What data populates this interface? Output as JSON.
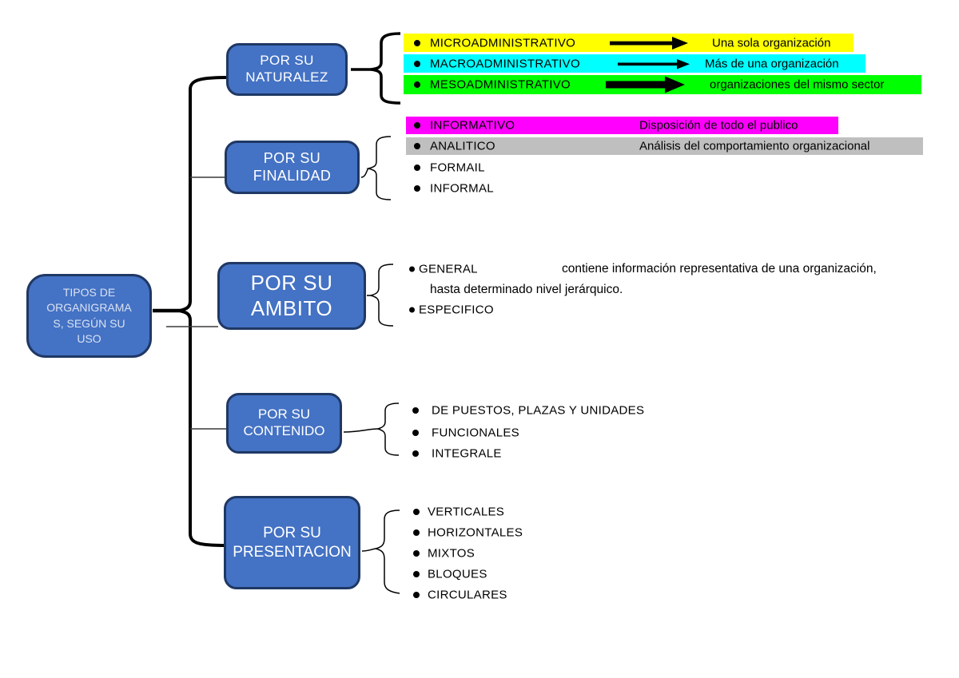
{
  "title": {
    "lines": [
      "TIPOS DE",
      "ORGANIGRAMA",
      "S, SEGÚN SU",
      "USO"
    ]
  },
  "colors": {
    "box_fill": "#4472C4",
    "box_border": "#1F3864",
    "highlight_yellow": "#FFFF00",
    "highlight_cyan": "#00FFFF",
    "highlight_green": "#00FF00",
    "highlight_magenta": "#FF00FF",
    "highlight_gray": "#BFBFBF",
    "connector": "#000000"
  },
  "branches": [
    {
      "label_line1": "POR SU",
      "label_line2": "NATURALEZ",
      "items": [
        {
          "label": "MICROADMINISTRATIVO",
          "desc": "Una sola organización",
          "highlight": "#FFFF00"
        },
        {
          "label": "MACROADMINISTRATIVO",
          "desc": "Más de una organización",
          "highlight": "#00FFFF"
        },
        {
          "label": "MESOADMINISTRATIVO",
          "desc": "organizaciones del mismo sector",
          "highlight": "#00FF00"
        }
      ]
    },
    {
      "label_line1": "POR SU",
      "label_line2": "FINALIDAD",
      "items": [
        {
          "label": "INFORMATIVO",
          "desc": "Disposición de todo el publico",
          "highlight": "#FF00FF"
        },
        {
          "label": "ANALITICO",
          "desc": "Análisis del comportamiento organizacional",
          "highlight": "#BFBFBF"
        },
        {
          "label": "FORMAIL",
          "desc": ""
        },
        {
          "label": "INFORMAL",
          "desc": ""
        }
      ]
    },
    {
      "label_line1": "POR SU",
      "label_line2": "AMBITO",
      "items": [
        {
          "label": "GENERAL",
          "desc_line1": "contiene información representativa de una organización,",
          "desc_line2": "hasta determinado nivel jerárquico."
        },
        {
          "label": "ESPECIFICO"
        }
      ]
    },
    {
      "label_line1": "POR SU",
      "label_line2": "CONTENIDO",
      "items": [
        {
          "label": "DE PUESTOS, PLAZAS Y UNIDADES"
        },
        {
          "label": "FUNCIONALES"
        },
        {
          "label": "INTEGRALE"
        }
      ]
    },
    {
      "label_line1": "POR SU",
      "label_line2": "PRESENTACION",
      "items": [
        {
          "label": "VERTICALES"
        },
        {
          "label": "HORIZONTALES"
        },
        {
          "label": "MIXTOS"
        },
        {
          "label": "BLOQUES"
        },
        {
          "label": "CIRCULARES"
        }
      ]
    }
  ]
}
